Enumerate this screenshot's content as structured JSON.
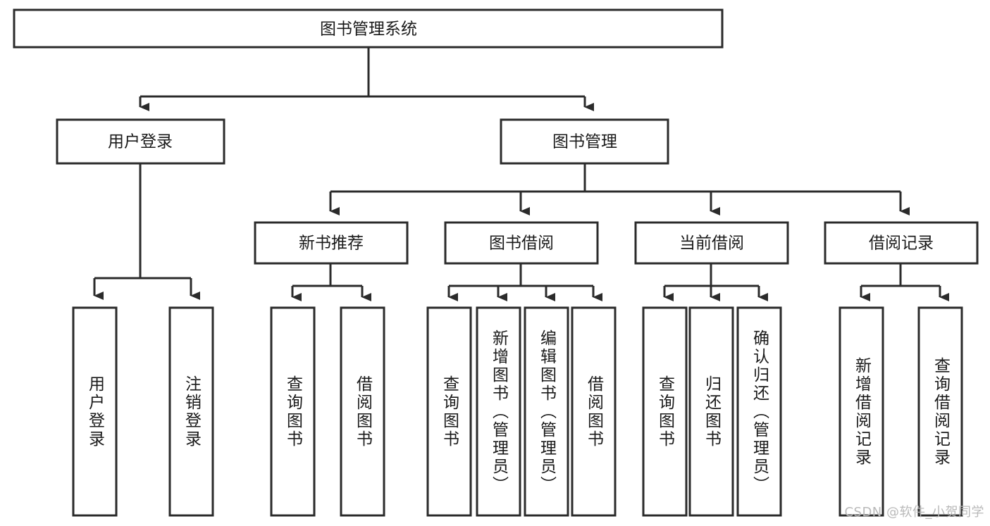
{
  "diagram": {
    "type": "tree",
    "title": "图书管理系统",
    "orientation": "top-down",
    "colors": {
      "box_stroke": "#2b2b2b",
      "box_fill": "#ffffff",
      "text": "#1a1a1a",
      "background": "#ffffff",
      "watermark": "#b9b9b9"
    },
    "root": {
      "label": "图书管理系统"
    },
    "level2": [
      {
        "label": "用户登录"
      },
      {
        "label": "图书管理"
      }
    ],
    "level3": [
      {
        "label": "新书推荐"
      },
      {
        "label": "图书借阅"
      },
      {
        "label": "当前借阅"
      },
      {
        "label": "借阅记录"
      }
    ],
    "leaves": {
      "user_login": [
        {
          "label": "用户登录"
        },
        {
          "label": "注销登录"
        }
      ],
      "new_book_recommend": [
        {
          "label": "查询图书"
        },
        {
          "label": "借阅图书"
        }
      ],
      "book_borrow": [
        {
          "label": "查询图书"
        },
        {
          "label": "新增图书（管理员）"
        },
        {
          "label": "编辑图书（管理员）"
        },
        {
          "label": "借阅图书"
        }
      ],
      "current_borrow": [
        {
          "label": "查询图书"
        },
        {
          "label": "归还图书"
        },
        {
          "label": "确认归还（管理员）"
        }
      ],
      "borrow_record": [
        {
          "label": "新增借阅记录"
        },
        {
          "label": "查询借阅记录"
        }
      ]
    }
  },
  "watermark": {
    "text": "CSDN @软件_小贺同学"
  }
}
